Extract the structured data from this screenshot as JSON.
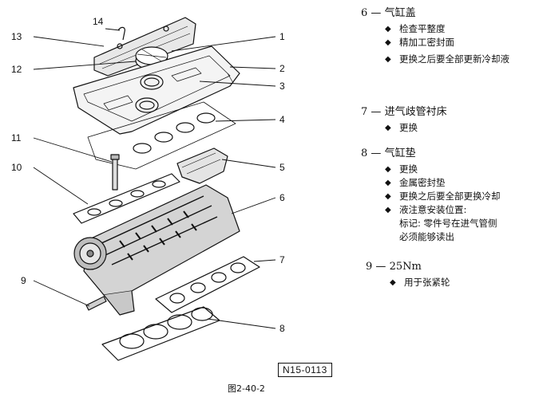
{
  "callouts": [
    "1",
    "2",
    "3",
    "4",
    "5",
    "6",
    "7",
    "8",
    "9",
    "10",
    "11",
    "12",
    "13",
    "14"
  ],
  "legend": [
    {
      "number": "6",
      "dash": "—",
      "title": "气缸盖",
      "items": [
        "检查平整度",
        "精加工密封面",
        "更换之后要全部更新冷却液"
      ]
    },
    {
      "number": "7",
      "dash": "—",
      "title": "进气歧管衬床",
      "items": [
        "更换"
      ]
    },
    {
      "number": "8",
      "dash": "—",
      "title": "气缸垫",
      "items": [
        "更换",
        "金属密封垫",
        "更换之后要全部更换冷却",
        "液注意安装位置:"
      ],
      "note": [
        "标记: 零件号在进气管侧",
        "必须能够读出"
      ]
    },
    {
      "number": "9",
      "dash": "—",
      "title": "25Nm",
      "items": [
        "用于张紧轮"
      ]
    }
  ],
  "bullet_glyph": "◆",
  "figure_code": "N15-0113",
  "caption": "图2-40-2"
}
